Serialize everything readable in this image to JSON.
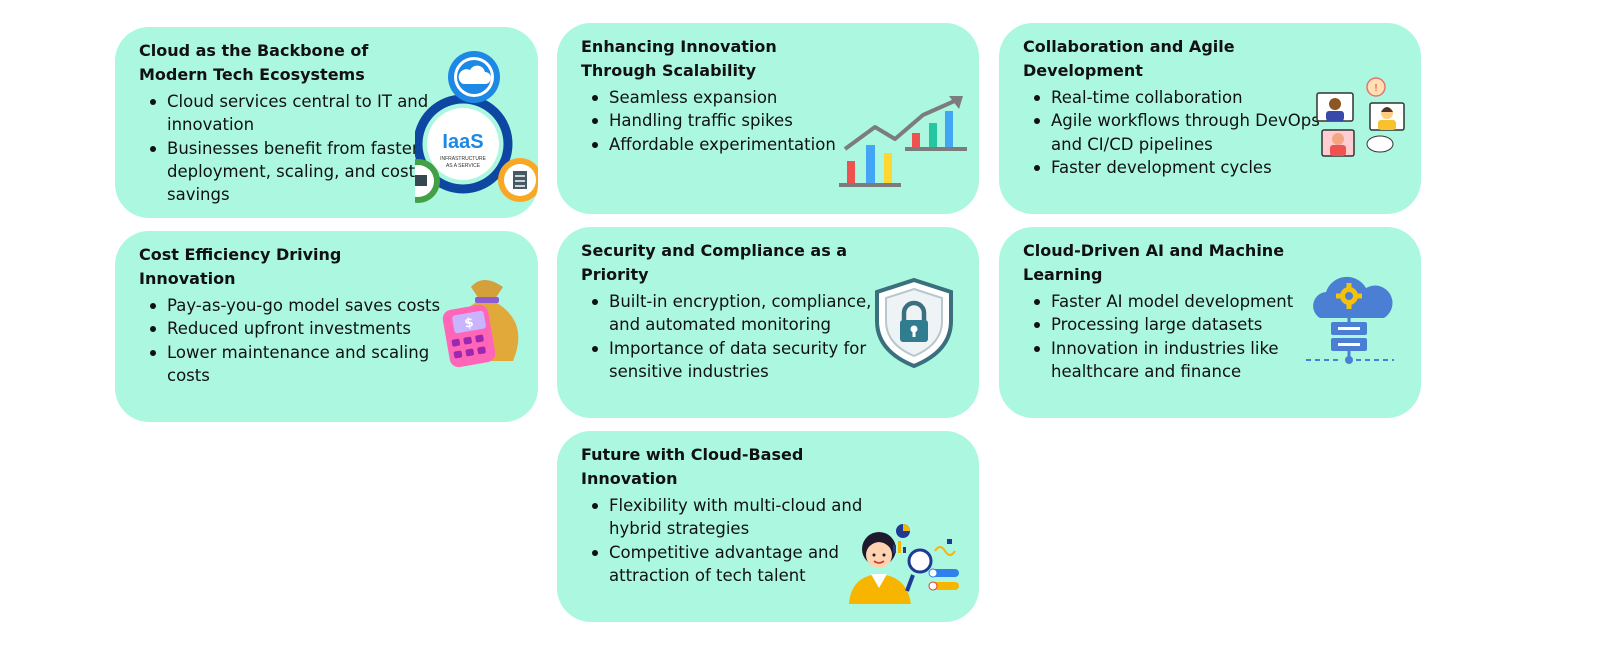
{
  "theme": {
    "card_bg": "#abf7e0",
    "text": "#111111",
    "accent_blue": "#1e88e5"
  },
  "cards": [
    {
      "id": "cloud-backbone",
      "title_lines": [
        "Cloud as the Backbone of",
        "Modern Tech Ecosystems"
      ],
      "bullets": [
        [
          "Cloud services central to IT and",
          "innovation"
        ],
        [
          "Businesses benefit from faster",
          "deployment, scaling, and cost",
          "savings"
        ]
      ],
      "illustration": {
        "icon": "iaas-cloud-icon",
        "label": "IaaS",
        "sublabel": [
          "INFRASTRUCTURE",
          "AS A SERVICE"
        ]
      }
    },
    {
      "id": "scalability",
      "title_lines": [
        "Enhancing Innovation",
        "Through Scalability"
      ],
      "bullets": [
        [
          "Seamless expansion"
        ],
        [
          "Handling traffic spikes"
        ],
        [
          "Affordable experimentation"
        ]
      ],
      "illustration": {
        "icon": "growth-bar-chart-icon"
      }
    },
    {
      "id": "collaboration",
      "title_lines": [
        "Collaboration and Agile",
        "Development"
      ],
      "bullets": [
        [
          "Real-time collaboration"
        ],
        [
          "Agile workflows through DevOps",
          "and CI/CD pipelines"
        ],
        [
          "Faster development cycles"
        ]
      ],
      "illustration": {
        "icon": "video-collaboration-icon"
      }
    },
    {
      "id": "cost-efficiency",
      "title_lines": [
        "Cost Efficiency Driving",
        "Innovation"
      ],
      "bullets": [
        [
          "Pay-as-you-go model saves costs"
        ],
        [
          "Reduced upfront investments"
        ],
        [
          "Lower maintenance and scaling",
          "costs"
        ]
      ],
      "illustration": {
        "icon": "money-bag-calculator-icon",
        "symbol": "$"
      }
    },
    {
      "id": "security",
      "title_lines": [
        "Security and Compliance as a",
        "Priority"
      ],
      "bullets": [
        [
          "Built-in encryption, compliance,",
          "and automated monitoring"
        ],
        [
          "Importance of data security for",
          "sensitive industries"
        ]
      ],
      "illustration": {
        "icon": "shield-lock-icon"
      }
    },
    {
      "id": "ai-ml",
      "title_lines": [
        "Cloud-Driven AI and Machine",
        "Learning"
      ],
      "bullets": [
        [
          "Faster AI model development"
        ],
        [
          "Processing large datasets"
        ],
        [
          "Innovation in industries like",
          "healthcare and finance"
        ]
      ],
      "illustration": {
        "icon": "cloud-server-gear-icon"
      }
    },
    {
      "id": "future",
      "title_lines": [
        "Future with Cloud-Based",
        "Innovation"
      ],
      "bullets": [
        [
          "Flexibility with multi-cloud and",
          "hybrid strategies"
        ],
        [
          "Competitive advantage and",
          "attraction of tech talent"
        ]
      ],
      "illustration": {
        "icon": "woman-magnifier-analytics-icon"
      }
    }
  ]
}
